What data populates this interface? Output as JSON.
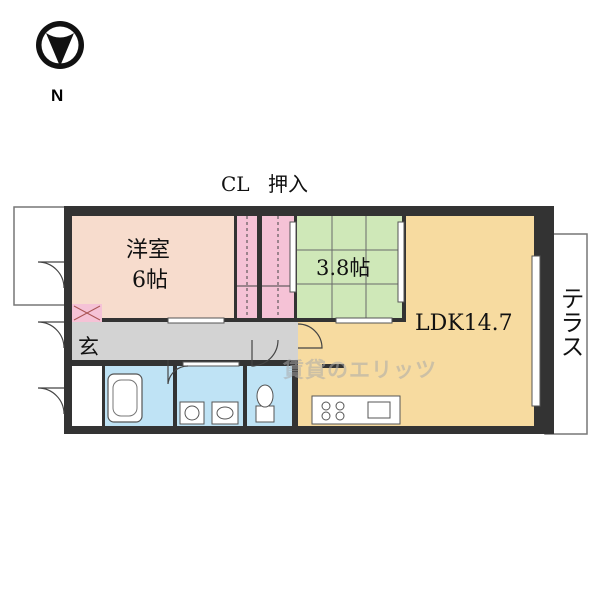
{
  "compass": {
    "letter": "N"
  },
  "labels": {
    "closet": "CL",
    "oshiire": "押入",
    "western_room_line1": "洋室",
    "western_room_line2": "6帖",
    "tatami_room": "3.8帖",
    "ldk": "LDK14.7",
    "entrance": "玄",
    "terrace": "テラス"
  },
  "watermark": {
    "text": "賃貸のエリッツ"
  },
  "colors": {
    "wall": "#333333",
    "western_room": "#f7dccd",
    "tatami": "#cfe8b8",
    "ldk": "#f7dba0",
    "closet": "#f5c2d6",
    "hall": "#d3d3d3",
    "wet_area": "#bfe3f5"
  }
}
